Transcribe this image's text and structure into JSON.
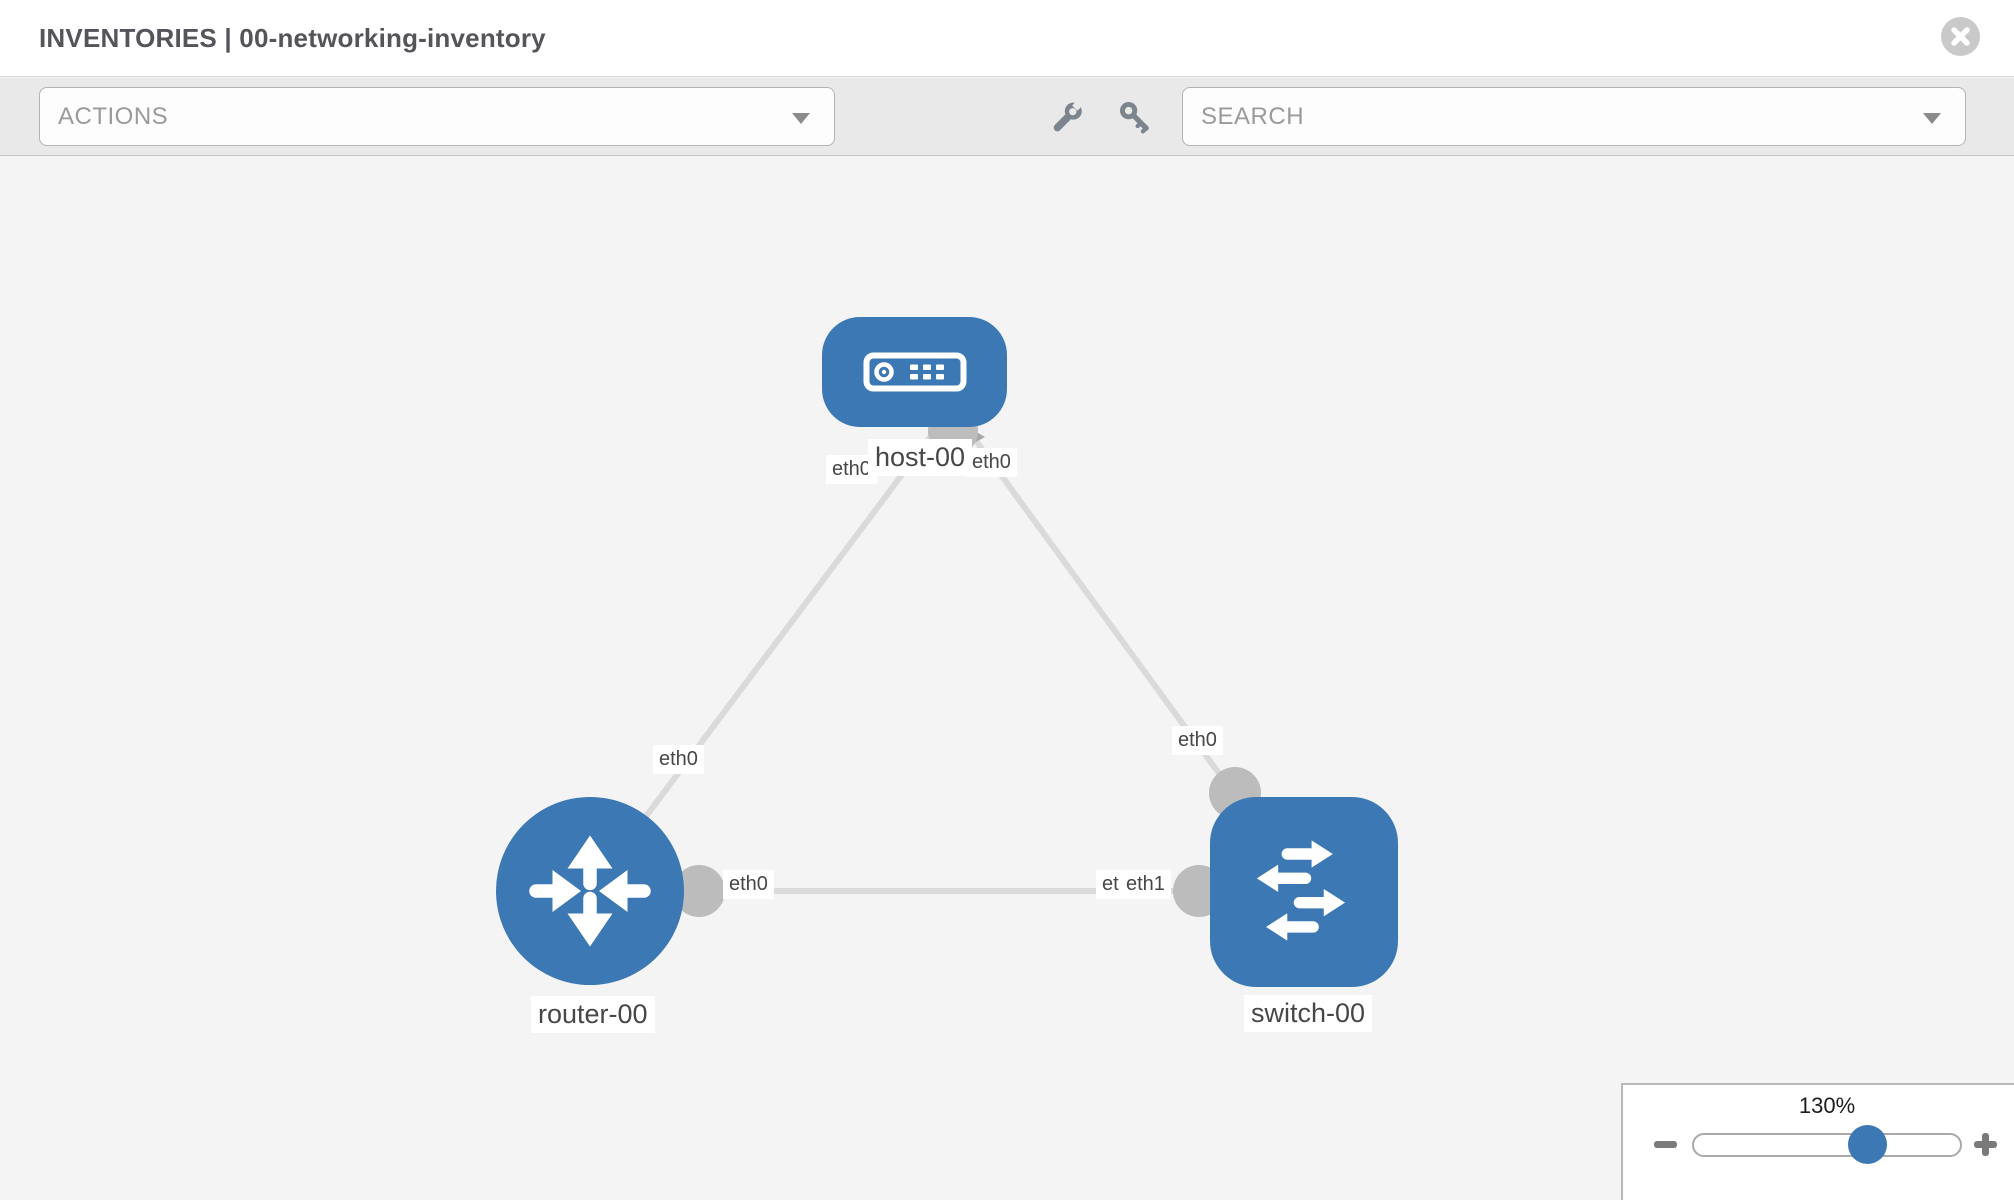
{
  "header": {
    "title": "INVENTORIES | 00-networking-inventory"
  },
  "toolbar": {
    "actions_label": "ACTIONS",
    "search_label": "SEARCH",
    "icons": [
      "wrench-icon",
      "key-icon"
    ]
  },
  "topology": {
    "nodes": [
      {
        "label": "host-00",
        "type": "host"
      },
      {
        "label": "router-00",
        "type": "router"
      },
      {
        "label": "switch-00",
        "type": "switch"
      }
    ],
    "interfaces": {
      "host_left": "eth0",
      "host_right": "eth0",
      "router_host_edge": "eth0",
      "switch_host_edge": "eth0",
      "router_port": "eth0",
      "switch_port_back": "eth0",
      "switch_port_front": "eth1"
    },
    "edges": [
      {
        "from": "host-00",
        "to": "router-00"
      },
      {
        "from": "host-00",
        "to": "switch-00"
      },
      {
        "from": "router-00",
        "to": "switch-00"
      }
    ]
  },
  "zoom_control": {
    "level": "130%"
  },
  "colors": {
    "node_blue": "#3c78b4",
    "edge_gray": "#dadada",
    "connector_gray": "#bcbcbc",
    "toolbar_bg": "#e9e9e9",
    "canvas_bg": "#f4f4f4"
  }
}
